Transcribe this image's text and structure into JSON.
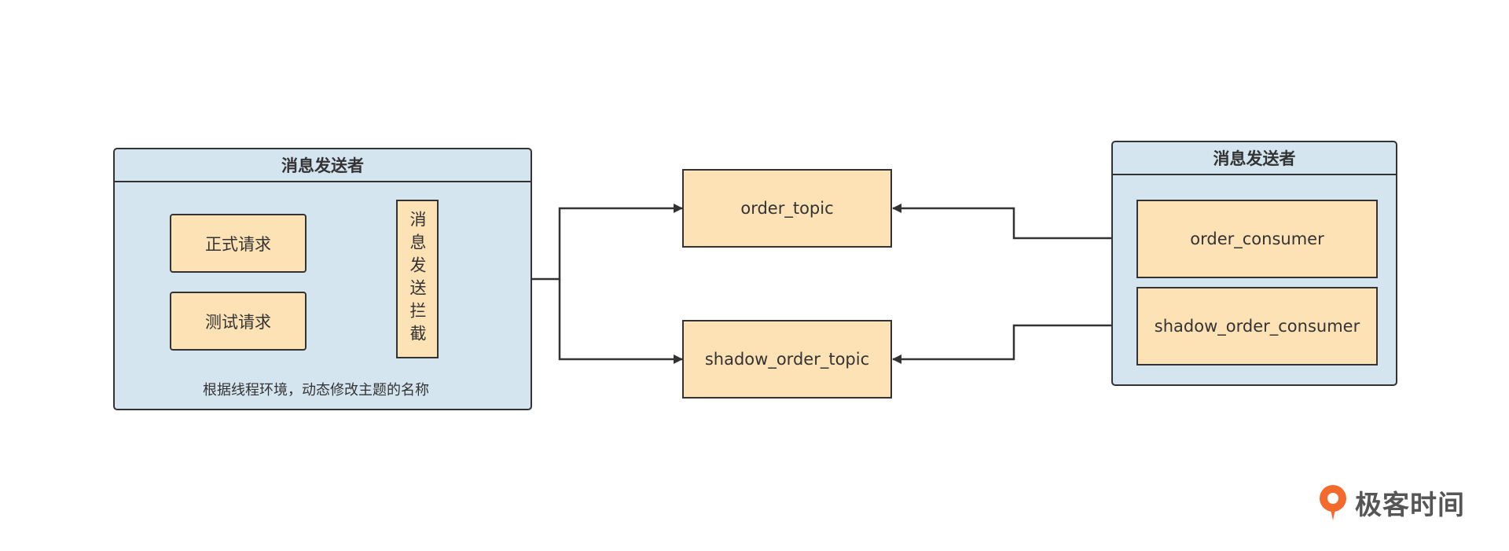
{
  "producer": {
    "title": "消息发送者",
    "formal_request": "正式请求",
    "test_request": "测试请求",
    "interceptor": "消息发送拦截",
    "note": "根据线程环境，动态修改主题的名称"
  },
  "topics": {
    "order": "order_topic",
    "shadow": "shadow_order_topic"
  },
  "consumer": {
    "title": "消息发送者",
    "order": "order_consumer",
    "shadow": "shadow_order_consumer"
  },
  "brand": {
    "name": "极客时间",
    "icon": "geektime-logo-icon",
    "color": "#f26b2c"
  },
  "colors": {
    "group_fill": "#d4e5ef",
    "box_fill": "#fde2b5",
    "stroke": "#333333"
  }
}
